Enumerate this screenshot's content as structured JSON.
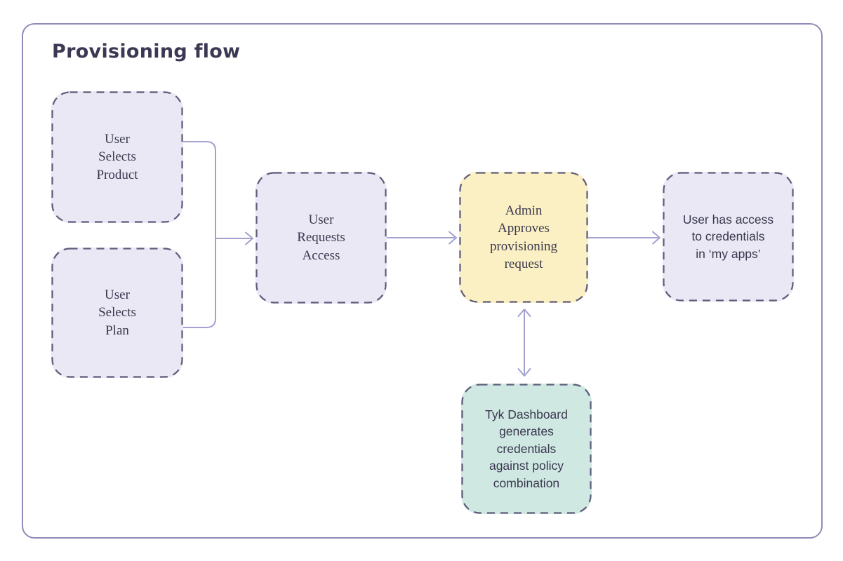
{
  "title": "Provisioning flow",
  "nodes": [
    {
      "id": "user-selects-product",
      "label": "User\nSelects\nProduct",
      "fill": "lavender"
    },
    {
      "id": "user-selects-plan",
      "label": "User\nSelects\nPlan",
      "fill": "lavender"
    },
    {
      "id": "user-requests-access",
      "label": "User\nRequests\nAccess",
      "fill": "lavender"
    },
    {
      "id": "admin-approves",
      "label": "Admin\nApproves\nprovisioning\nrequest",
      "fill": "yellow"
    },
    {
      "id": "user-has-access",
      "label": "User has access\nto credentials\nin ‘my apps’",
      "fill": "lavender"
    },
    {
      "id": "tyk-dashboard",
      "label": "Tyk Dashboard\ngenerates\ncredentials\nagainst policy\ncombination",
      "fill": "teal"
    }
  ],
  "connectors": [
    {
      "id": "fork-merge",
      "from": [
        "user-selects-product",
        "user-selects-plan"
      ],
      "to": "user-requests-access",
      "type": "merge-arrow"
    },
    {
      "id": "access-to-admin",
      "from": "user-requests-access",
      "to": "admin-approves",
      "type": "arrow"
    },
    {
      "id": "admin-to-myapps",
      "from": "admin-approves",
      "to": "user-has-access",
      "type": "arrow"
    },
    {
      "id": "admin-to-dashboard",
      "from": "admin-approves",
      "to": "tyk-dashboard",
      "type": "double-arrow"
    }
  ],
  "colors": {
    "frame_border": "#8e8cb7",
    "node_dash_border": "#5e5d7b",
    "connector": "#a3a1cf",
    "node_fill_lavender": "#e9e8f4",
    "node_fill_yellow": "#fbf0c3",
    "node_fill_teal": "#cfe8e2",
    "title_text": "#3b3854",
    "node_text": "#3a384e",
    "background": "#ffffff"
  }
}
